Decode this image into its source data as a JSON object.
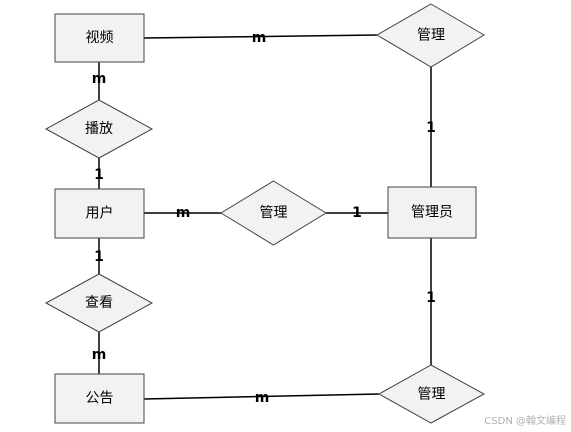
{
  "entities": {
    "video": "视频",
    "user": "用户",
    "notice": "公告",
    "admin": "管理员"
  },
  "relationships": {
    "manage_video": "管理",
    "play": "播放",
    "manage_user": "管理",
    "view": "查看",
    "manage_notice": "管理"
  },
  "cardinalities": {
    "video_manage": "m",
    "admin_manage_video": "1",
    "video_play": "m",
    "user_play": "1",
    "user_manage": "m",
    "admin_manage_user": "1",
    "user_view": "1",
    "notice_view": "m",
    "admin_manage_notice": "1",
    "notice_manage": "m"
  },
  "watermark": "CSDN @翰文编程"
}
